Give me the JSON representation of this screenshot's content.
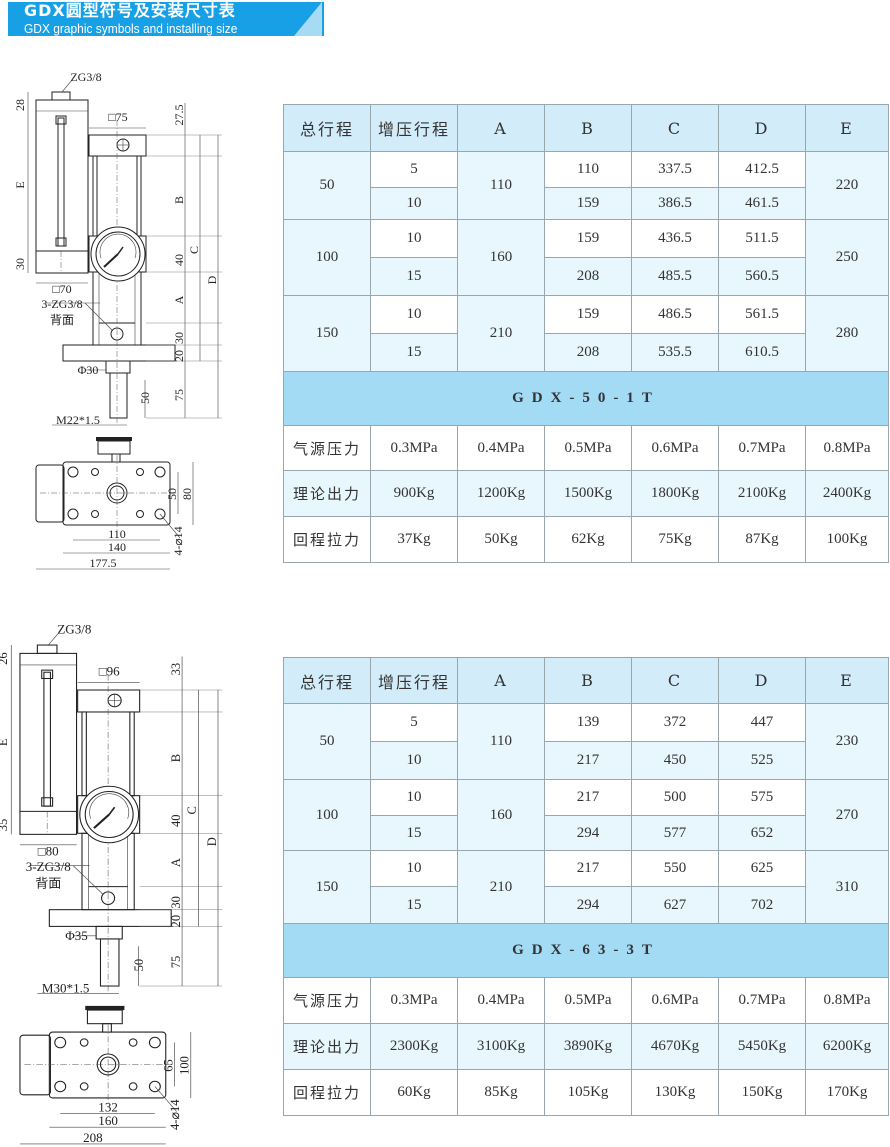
{
  "banner": {
    "title_cn": "GDX圆型符号及安装尺寸表",
    "title_en": "GDX graphic symbols and installing size"
  },
  "tables": [
    {
      "headers": [
        "总行程",
        "增压行程",
        "A",
        "B",
        "C",
        "D",
        "E"
      ],
      "groups": [
        {
          "total": "50",
          "A": "110",
          "E": "220",
          "rows": [
            {
              "boost": "5",
              "B": "110",
              "C": "337.5",
              "D": "412.5"
            },
            {
              "boost": "10",
              "B": "159",
              "C": "386.5",
              "D": "461.5"
            }
          ]
        },
        {
          "total": "100",
          "A": "160",
          "E": "250",
          "rows": [
            {
              "boost": "10",
              "B": "159",
              "C": "436.5",
              "D": "511.5"
            },
            {
              "boost": "15",
              "B": "208",
              "C": "485.5",
              "D": "560.5"
            }
          ]
        },
        {
          "total": "150",
          "A": "210",
          "E": "280",
          "rows": [
            {
              "boost": "10",
              "B": "159",
              "C": "486.5",
              "D": "561.5"
            },
            {
              "boost": "15",
              "B": "208",
              "C": "535.5",
              "D": "610.5"
            }
          ]
        }
      ],
      "model": "GDX-50-1T",
      "perf": [
        {
          "label": "气源压力",
          "values": [
            "0.3MPa",
            "0.4MPa",
            "0.5MPa",
            "0.6MPa",
            "0.7MPa",
            "0.8MPa"
          ]
        },
        {
          "label": "理论出力",
          "values": [
            "900Kg",
            "1200Kg",
            "1500Kg",
            "1800Kg",
            "2100Kg",
            "2400Kg"
          ]
        },
        {
          "label": "回程拉力",
          "values": [
            "37Kg",
            "50Kg",
            "62Kg",
            "75Kg",
            "87Kg",
            "100Kg"
          ]
        }
      ]
    },
    {
      "headers": [
        "总行程",
        "增压行程",
        "A",
        "B",
        "C",
        "D",
        "E"
      ],
      "groups": [
        {
          "total": "50",
          "A": "110",
          "E": "230",
          "rows": [
            {
              "boost": "5",
              "B": "139",
              "C": "372",
              "D": "447"
            },
            {
              "boost": "10",
              "B": "217",
              "C": "450",
              "D": "525"
            }
          ]
        },
        {
          "total": "100",
          "A": "160",
          "E": "270",
          "rows": [
            {
              "boost": "10",
              "B": "217",
              "C": "500",
              "D": "575"
            },
            {
              "boost": "15",
              "B": "294",
              "C": "577",
              "D": "652"
            }
          ]
        },
        {
          "total": "150",
          "A": "210",
          "E": "310",
          "rows": [
            {
              "boost": "10",
              "B": "217",
              "C": "550",
              "D": "625"
            },
            {
              "boost": "15",
              "B": "294",
              "C": "627",
              "D": "702"
            }
          ]
        }
      ],
      "model": "GDX-63-3T",
      "perf": [
        {
          "label": "气源压力",
          "values": [
            "0.3MPa",
            "0.4MPa",
            "0.5MPa",
            "0.6MPa",
            "0.7MPa",
            "0.8MPa"
          ]
        },
        {
          "label": "理论出力",
          "values": [
            "2300Kg",
            "3100Kg",
            "3890Kg",
            "4670Kg",
            "5450Kg",
            "6200Kg"
          ]
        },
        {
          "label": "回程拉力",
          "values": [
            "60Kg",
            "85Kg",
            "105Kg",
            "130Kg",
            "150Kg",
            "170Kg"
          ]
        }
      ]
    }
  ],
  "drawings": [
    {
      "zg_top": "ZG3/8",
      "cap": "28",
      "sq_head": "□75",
      "head_h": "27.5",
      "E": "E",
      "B": "B",
      "C": "C",
      "D": "D",
      "band": "30",
      "sq_res": "□70",
      "gauge_h": "40",
      "A": "A",
      "ports": "3-ZG3/8",
      "back": "背面",
      "block_h": "30",
      "plate_h": "20",
      "shaft": "Φ30",
      "stroke": "75",
      "thread_len": "50",
      "thread": "M22*1.5",
      "w1": "110",
      "w2": "140",
      "w3": "177.5",
      "h1": "50",
      "h2": "80",
      "holes": "4-⌀14"
    },
    {
      "zg_top": "ZG3/8",
      "cap": "26",
      "sq_head": "□96",
      "head_h": "33",
      "E": "E",
      "B": "B",
      "C": "C",
      "D": "D",
      "band": "35",
      "sq_res": "□80",
      "gauge_h": "40",
      "A": "A",
      "ports": "3-ZG3/8",
      "back": "背面",
      "block_h": "30",
      "plate_h": "20",
      "shaft": "Φ35",
      "stroke": "75",
      "thread_len": "50",
      "thread": "M30*1.5",
      "w1": "132",
      "w2": "160",
      "w3": "208",
      "h1": "65",
      "h2": "100",
      "holes": "4-⌀14"
    }
  ]
}
